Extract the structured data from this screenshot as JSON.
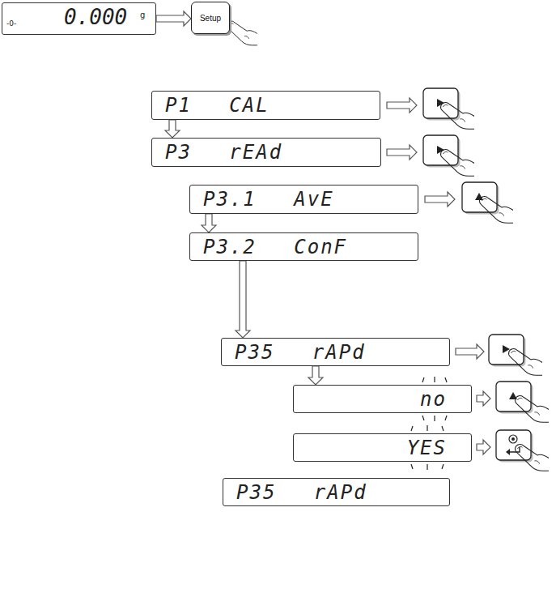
{
  "diagram": {
    "nodes": [
      {
        "text": [
          "-0-",
          "0.000",
          "g"
        ]
      },
      {
        "text": [
          "Setup"
        ]
      },
      {
        "text": [
          "P1 CAL"
        ]
      },
      {
        "text": [
          "P3 rEAd"
        ]
      },
      {
        "text": [
          "P3.1 AvE"
        ]
      },
      {
        "text": [
          "P3.2 ConF"
        ]
      },
      {
        "text": [
          "P35 rAPd"
        ]
      },
      {
        "text": [
          "no"
        ]
      },
      {
        "text": [
          "YES"
        ]
      },
      {
        "text": [
          "P35 rAPd"
        ]
      }
    ],
    "edges": [
      {
        "from": 0,
        "to": 1,
        "arrow": "to"
      },
      {
        "from": 2,
        "to": 3,
        "arrow": "to"
      },
      {
        "from": 4,
        "to": 5,
        "arrow": "to"
      },
      {
        "from": 5,
        "to": 6,
        "arrow": "to"
      },
      {
        "from": 6,
        "to": 7,
        "arrow": "to"
      }
    ]
  }
}
